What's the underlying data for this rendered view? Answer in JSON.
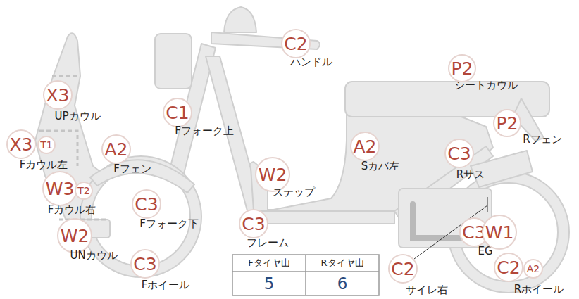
{
  "diagram": {
    "nodes": [
      {
        "text": [
          "X3",
          "UPカウル"
        ]
      },
      {
        "text": [
          "C2",
          "ハンドル"
        ]
      },
      {
        "text": [
          "P2",
          "シートカウル"
        ]
      },
      {
        "text": [
          "C1",
          "Fフォーク上"
        ]
      },
      {
        "text": [
          "P2",
          "Rフェン"
        ]
      },
      {
        "text": [
          "X3",
          "Fカウル左"
        ]
      },
      {
        "text": [
          "T1"
        ]
      },
      {
        "text": [
          "A2",
          "Fフェン"
        ]
      },
      {
        "text": [
          "A2",
          "Sカバ左"
        ]
      },
      {
        "text": [
          "C3",
          "Rサス"
        ]
      },
      {
        "text": [
          "W2",
          "ステップ"
        ]
      },
      {
        "text": [
          "W3",
          "Fカウル右"
        ]
      },
      {
        "text": [
          "T2"
        ]
      },
      {
        "text": [
          "C3",
          "Fフォーク下"
        ]
      },
      {
        "text": [
          "C3",
          "フレーム"
        ]
      },
      {
        "text": [
          "W2",
          "UNカウル"
        ]
      },
      {
        "text": [
          "C3",
          "EG"
        ]
      },
      {
        "text": [
          "W1"
        ]
      },
      {
        "text": [
          "C3",
          "Fホイール"
        ]
      },
      {
        "text": [
          "C2",
          "サイレ右"
        ]
      },
      {
        "text": [
          "C2",
          "Rホイール"
        ]
      },
      {
        "text": [
          "A2"
        ]
      }
    ],
    "labels": [
      "Fタイヤ山",
      "Rタイヤ山",
      "5",
      "6"
    ]
  }
}
